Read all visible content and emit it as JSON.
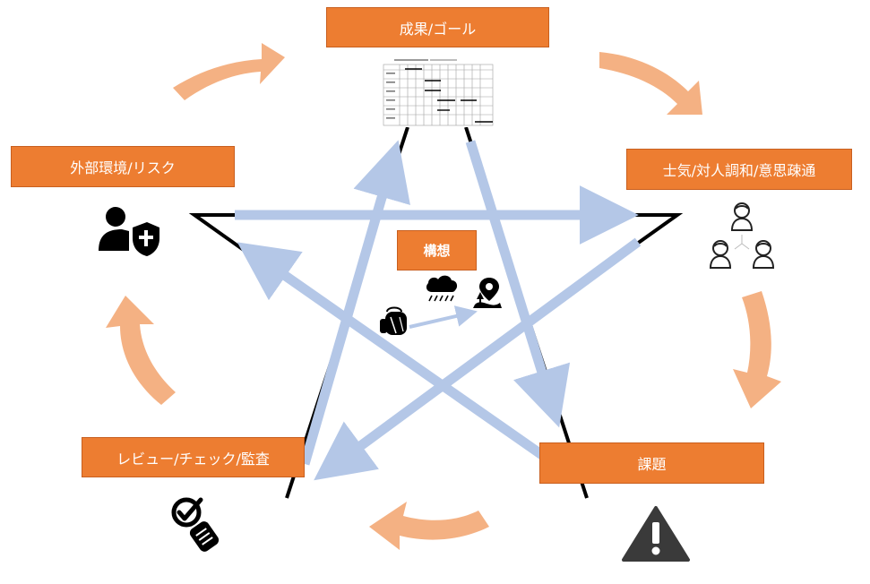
{
  "nodes": {
    "goal": "成果/ゴール",
    "morale": "士気/対人調和/意思疎通",
    "issues": "課題",
    "review": "レビュー/チェック/監査",
    "external": "外部環境/リスク",
    "concept": "構想"
  },
  "icons": {
    "goal": "gantt-chart-icon",
    "morale": "team-people-icon",
    "issues": "warning-icon",
    "review": "checklist-magnifier-icon",
    "external": "user-shield-icon",
    "concept_start": "backpack-icon",
    "concept_weather": "rain-cloud-icon",
    "concept_goal": "map-location-icon"
  },
  "colors": {
    "box": "#ED7D31",
    "cycle_arrow": "#F4B183",
    "star_arrow": "#B4C7E7",
    "star_outline": "#000000"
  }
}
